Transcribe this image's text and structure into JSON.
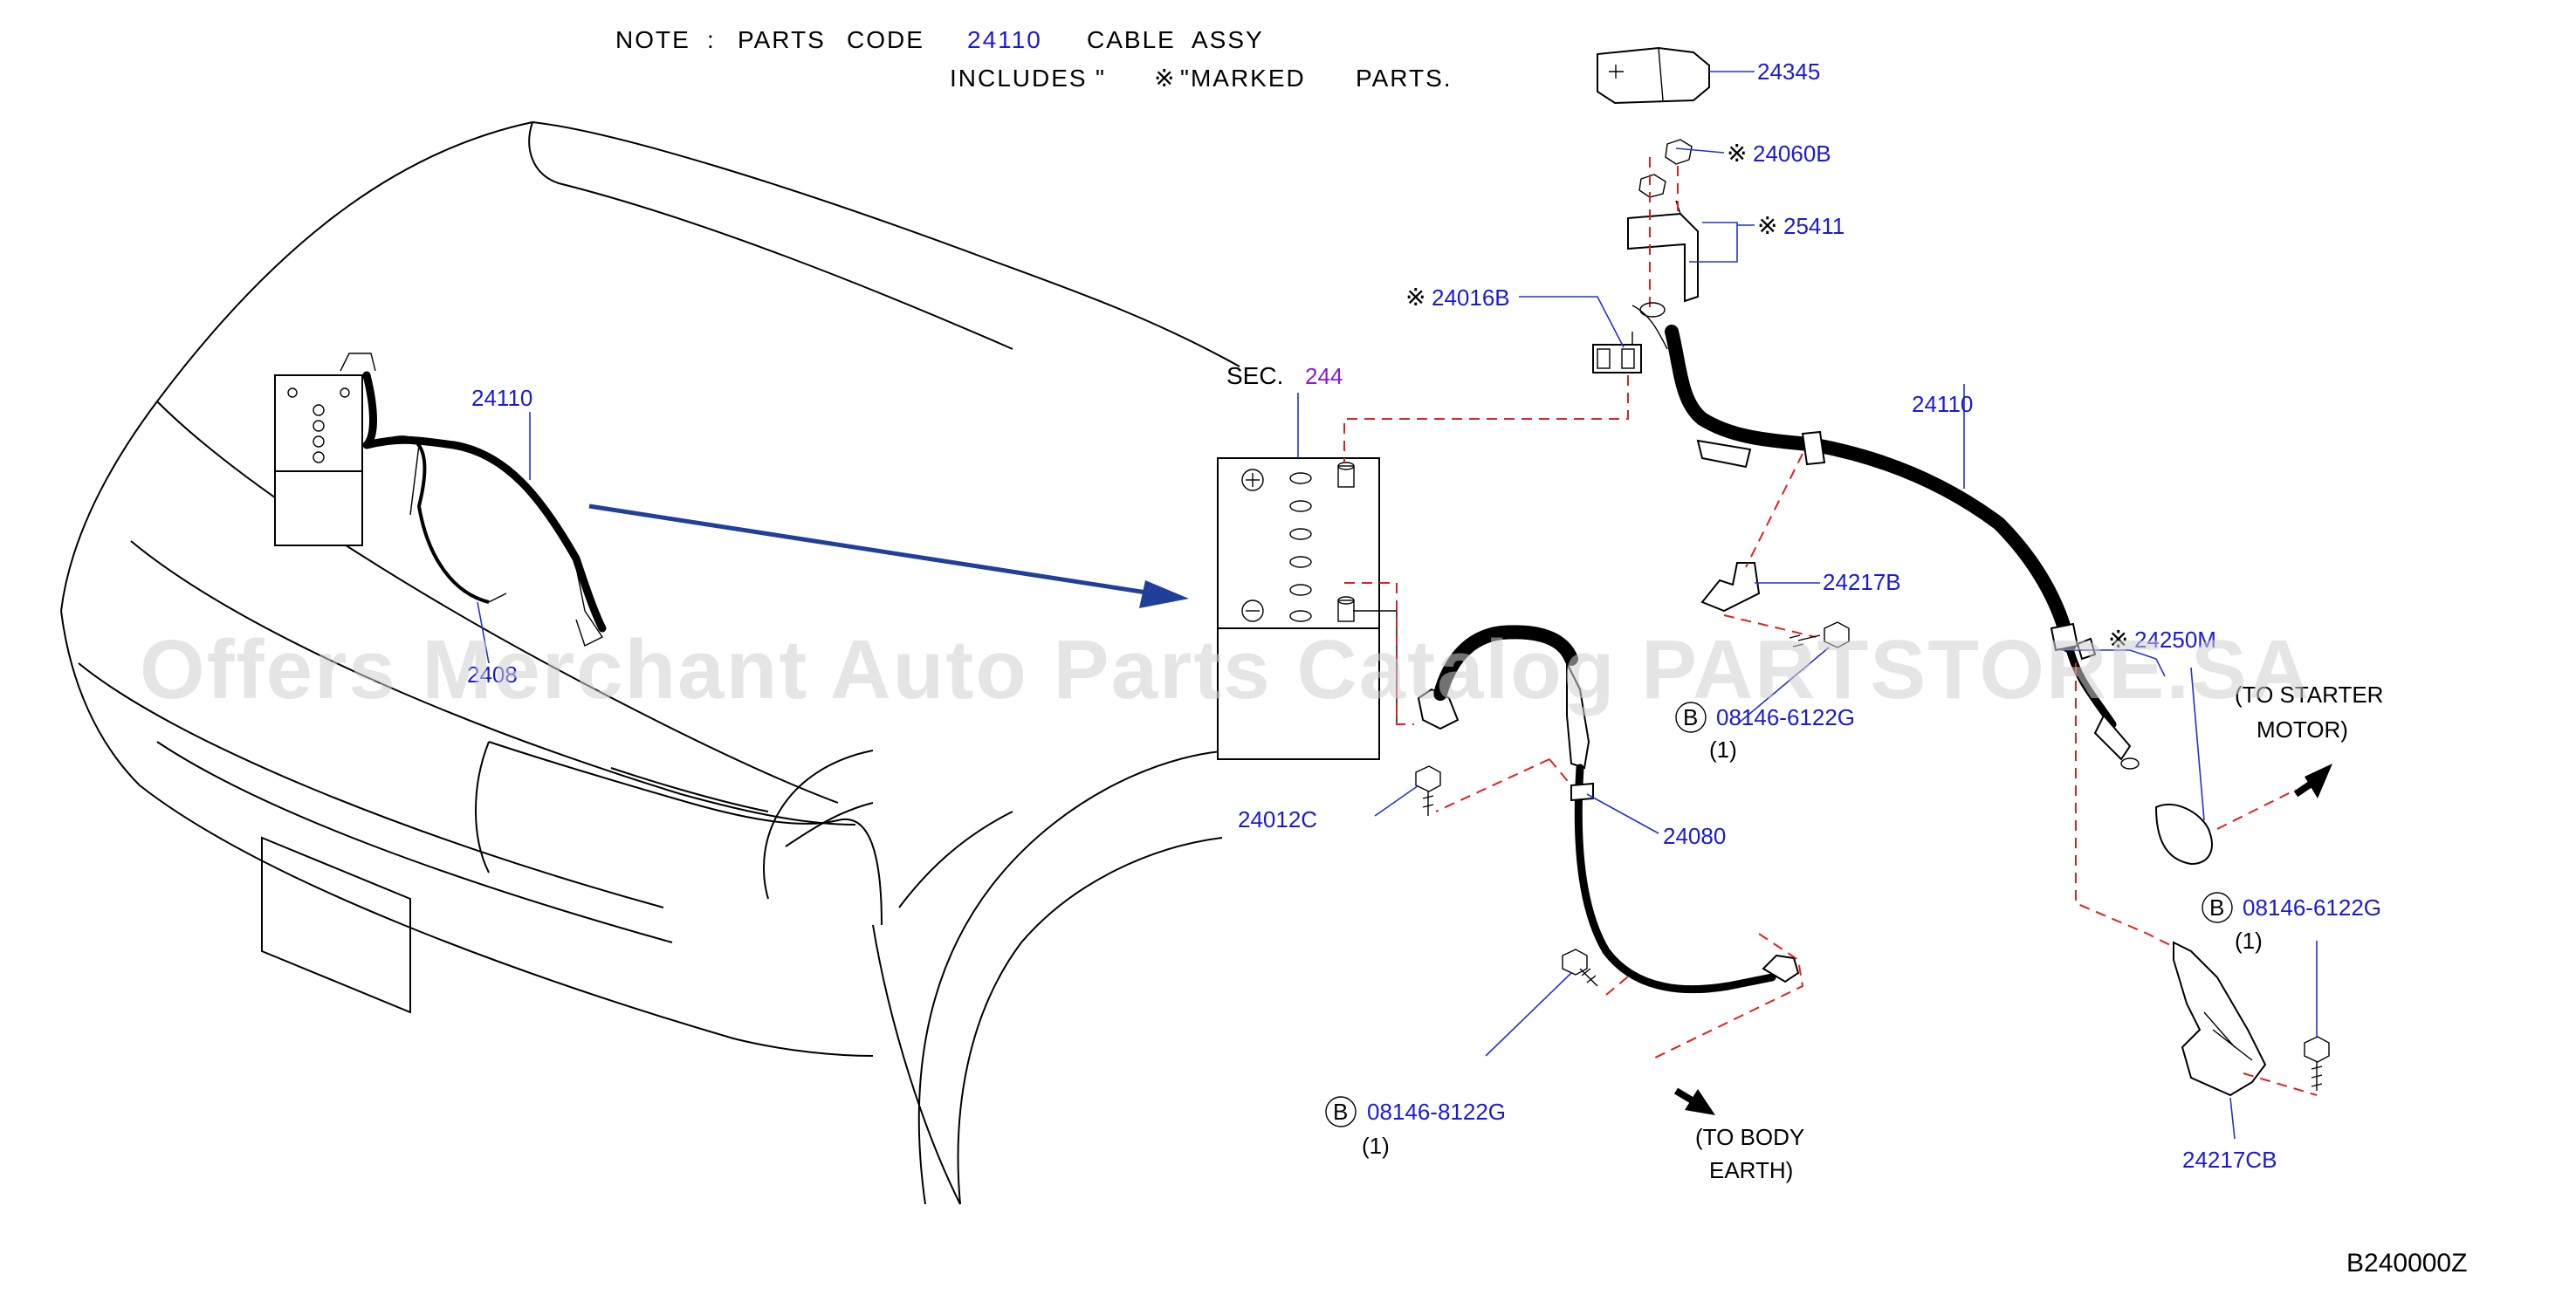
{
  "note": {
    "line1_a": "NOTE",
    "line1_b": ":",
    "line1_c": "PARTS",
    "line1_d": "CODE",
    "line1_code": "24110",
    "line1_e": "CABLE",
    "line1_f": "ASSY",
    "line2_a": "INCLUDES",
    "line2_b": "\"",
    "line2_c": "\"MARKED",
    "line2_d": "PARTS."
  },
  "sec": {
    "label": "SEC.",
    "code": "244"
  },
  "parts": {
    "p24345": "24345",
    "p24060B": "24060B",
    "p25411": "25411",
    "p24016B": "24016B",
    "p24110_main": "24110",
    "p24110_small": "24110",
    "p2408_small": "2408",
    "p24217B": "24217B",
    "p24250M": "24250M",
    "p24012C": "24012C",
    "p24080": "24080",
    "p24217CB": "24217CB",
    "bolt_a": "08146-6122G",
    "bolt_a_qty": "(1)",
    "bolt_b": "08146-6122G",
    "bolt_b_qty": "(1)",
    "bolt_c": "08146-8122G",
    "bolt_c_qty": "(1)"
  },
  "circle_letter": "B",
  "mark_symbol": "※",
  "to_starter": {
    "line1": "(TO  STARTER",
    "line2": "MOTOR)"
  },
  "to_body": {
    "line1": "(TO  BODY",
    "line2": "EARTH)"
  },
  "diagram_code": "B240000Z",
  "watermark": "Offers Merchant Auto Parts Catalog PARTSTORE.SA",
  "colors": {
    "part_number": "#1a1ad6",
    "sec_code": "#8a1ad6",
    "dash": "#e02020",
    "arrow": "#1f3f9a"
  }
}
